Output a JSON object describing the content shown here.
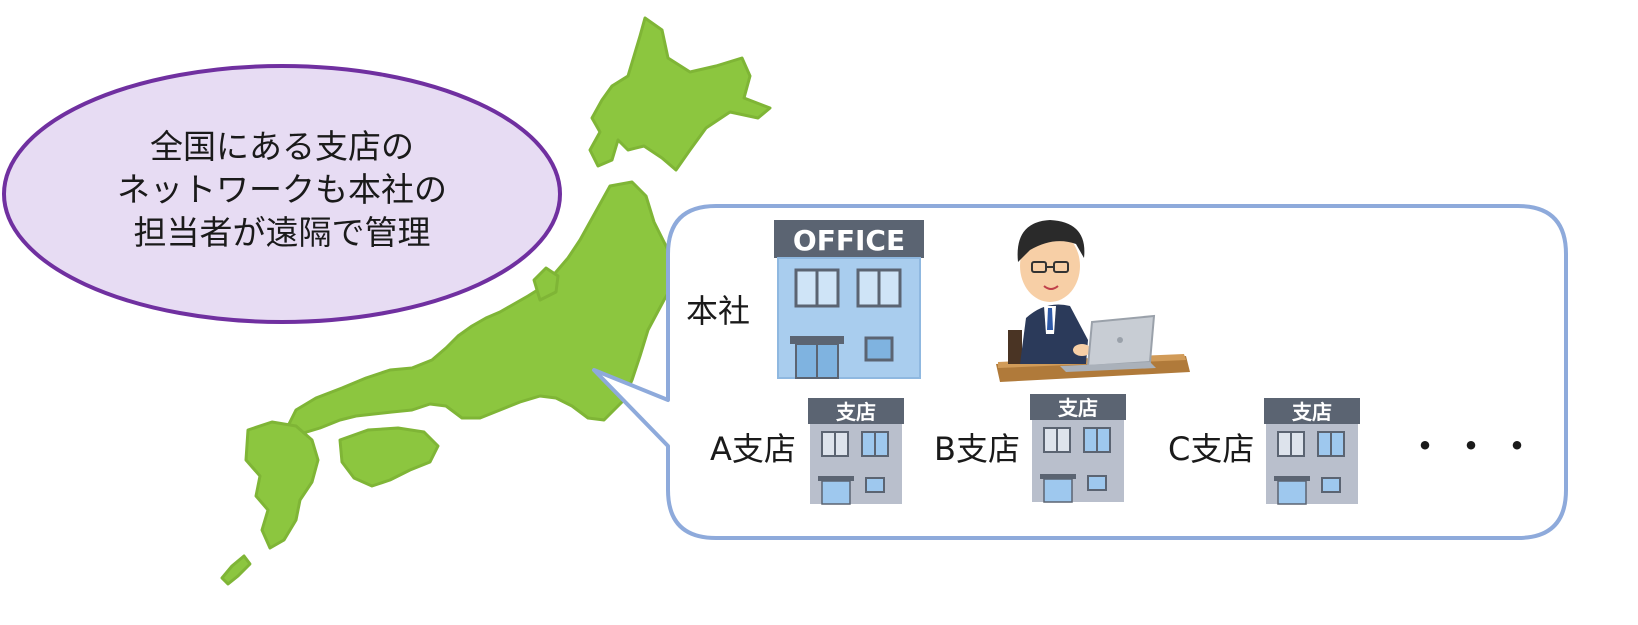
{
  "speech_bubble": {
    "lines": [
      "全国にある支店の",
      "ネットワークも本社の",
      "担当者が遠隔で管理"
    ]
  },
  "headquarters": {
    "label": "本社",
    "sign_text": "OFFICE"
  },
  "branches": [
    {
      "label": "A支店",
      "sign_text": "支店"
    },
    {
      "label": "B支店",
      "sign_text": "支店"
    },
    {
      "label": "C支店",
      "sign_text": "支店"
    }
  ],
  "ellipsis": "・・・",
  "colors": {
    "map_green": "#8cc63f",
    "bubble_fill": "#e7dcf3",
    "bubble_stroke": "#7030a0",
    "callout_stroke": "#8eaadb",
    "office_blue": "#a9cdee",
    "branch_gray": "#b9bfcc",
    "sign_dark": "#5b6472"
  }
}
